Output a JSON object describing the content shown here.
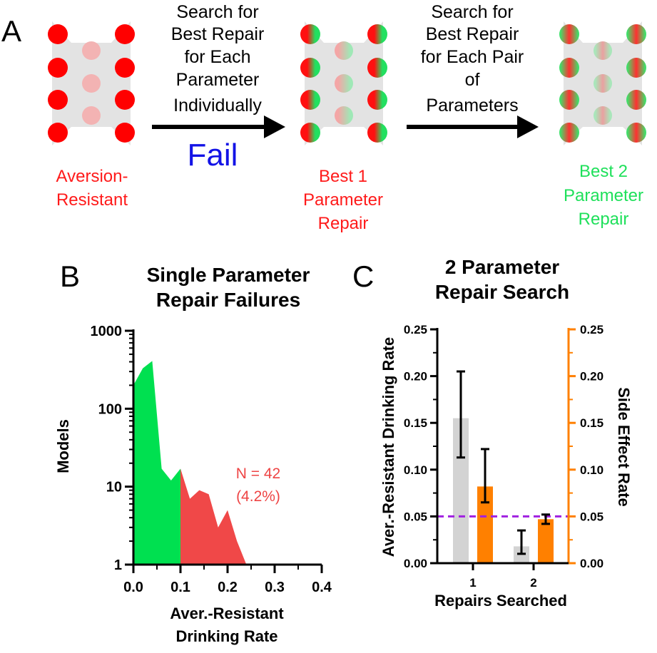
{
  "panel_a": {
    "letter": "A",
    "step1_lines": [
      "Search for",
      "Best Repair",
      "for Each",
      "Parameter",
      "Individually"
    ],
    "step1_result": "Fail",
    "step2_lines": [
      "Search for",
      "Best Repair",
      "for Each Pair",
      "of",
      "Parameters"
    ],
    "net1_label_lines": [
      "Aversion-",
      "Resistant"
    ],
    "net2_label_lines": [
      "Best 1",
      "Parameter",
      "Repair"
    ],
    "net3_label_lines": [
      "Best 2",
      "Parameter",
      "Repair"
    ],
    "colors": {
      "red": "#ff0000",
      "green": "#22e060",
      "fail_blue": "#1313e6",
      "network_bg": "#e3e3e3"
    }
  },
  "chart_data": [
    {
      "panel": "B",
      "type": "area",
      "title_lines": [
        "Single Parameter",
        "Repair Failures"
      ],
      "xlabel_lines": [
        "Aver.-Resistant",
        "Drinking Rate"
      ],
      "ylabel": "Models",
      "yscale": "log",
      "xlim": [
        0,
        0.4
      ],
      "ylim": [
        1,
        1000
      ],
      "xticks": [
        "0.0",
        "0.1",
        "0.2",
        "0.3",
        "0.4"
      ],
      "xtick_values": [
        0,
        0.1,
        0.2,
        0.3,
        0.4
      ],
      "yticks": [
        "1",
        "10",
        "100",
        "1000"
      ],
      "ytick_values": [
        1,
        10,
        100,
        1000
      ],
      "threshold": 0.1,
      "x": [
        0,
        0.02,
        0.04,
        0.06,
        0.08,
        0.1,
        0.12,
        0.14,
        0.16,
        0.18,
        0.2,
        0.22,
        0.24,
        0.26,
        0.28,
        0.3,
        0.32,
        0.34,
        0.36,
        0.38,
        0.4
      ],
      "y": [
        200,
        330,
        410,
        17,
        12,
        17,
        7,
        9,
        8,
        3,
        5,
        2,
        1,
        1,
        1,
        1,
        1,
        1,
        1,
        1,
        1
      ],
      "annotation_lines": [
        "N = 42",
        "(4.2%)"
      ],
      "colors": {
        "pass": "#00e050",
        "fail": "#f04848"
      }
    },
    {
      "panel": "C",
      "type": "bar",
      "title_lines": [
        "2 Parameter",
        "Repair Search"
      ],
      "xlabel": "Repairs Searched",
      "ylabel_left": "Aver.-Resistant Drinking Rate",
      "ylabel_right": "Side Effect Rate",
      "categories": [
        "1",
        "2"
      ],
      "ylim": [
        0,
        0.25
      ],
      "yticks": [
        "0.00",
        "0.05",
        "0.10",
        "0.15",
        "0.20",
        "0.25"
      ],
      "ytick_values": [
        0,
        0.05,
        0.1,
        0.15,
        0.2,
        0.25
      ],
      "reference_line": 0.05,
      "series": [
        {
          "name": "Aver.-Resistant Drinking Rate",
          "axis": "left",
          "color": "#d3d3d3",
          "values": [
            0.155,
            0.018
          ],
          "err_low": [
            0.113,
            0.01
          ],
          "err_high": [
            0.205,
            0.035
          ]
        },
        {
          "name": "Side Effect Rate",
          "axis": "right",
          "color": "#ff8000",
          "values": [
            0.082,
            0.047
          ],
          "err_low": [
            0.065,
            0.042
          ],
          "err_high": [
            0.122,
            0.052
          ]
        }
      ],
      "colors": {
        "right_axis": "#ff8000",
        "reference_line": "#a020e0"
      }
    }
  ]
}
